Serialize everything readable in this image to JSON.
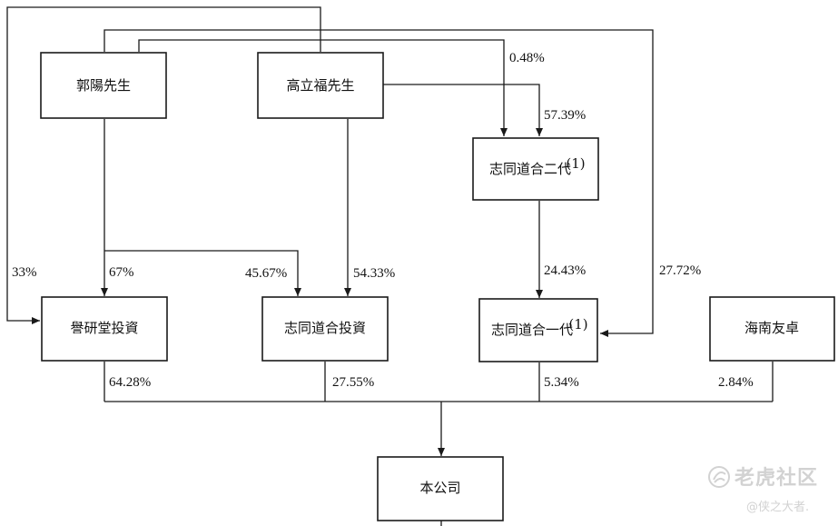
{
  "nodes": {
    "guo_yang": "郭陽先生",
    "gao_lifu": "高立福先生",
    "zhitong_gen2": "志同道合二代",
    "zhitong_gen2_note": "(1)",
    "yu_yantang": "譽研堂投資",
    "zhitong_investment": "志同道合投資",
    "zhitong_gen1": "志同道合一代",
    "zhitong_gen1_note": "(1)",
    "hainan_youzhuo": "海南友卓",
    "company": "本公司"
  },
  "percentages": {
    "gao_to_gen2_via_guo": "0.48%",
    "gao_to_gen2": "57.39%",
    "outer_to_yu_yantang": "33%",
    "guo_to_yu_yantang": "67%",
    "guo_to_zhitong_investment": "45.67%",
    "gao_to_zhitong_investment": "54.33%",
    "gen2_to_gen1": "24.43%",
    "guo_to_gen1": "27.72%",
    "yu_yantang_to_company": "64.28%",
    "zhitong_investment_to_company": "27.55%",
    "gen1_to_company": "5.34%",
    "hainan_to_company": "2.84%"
  },
  "watermark": {
    "brand": "老虎社区",
    "handle": "@侠之大者."
  }
}
